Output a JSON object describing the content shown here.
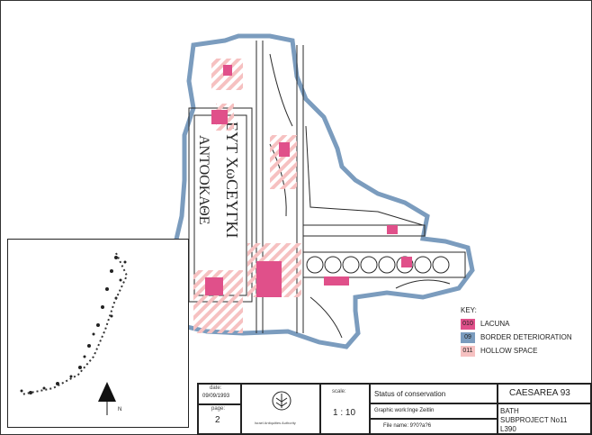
{
  "legend": {
    "title": "KEY:",
    "items": [
      {
        "code": "010",
        "label": "LACUNA",
        "color": "#e0508a"
      },
      {
        "code": "09",
        "label": "BORDER DETERIORATION",
        "color": "#7b9cbe"
      },
      {
        "code": "011",
        "label": "HOLLOW SPACE",
        "color": "#f6c1c1"
      }
    ]
  },
  "mosaic_text": {
    "line1": "EYT XωCΕΥΓΚΙ",
    "line2": "ΑΝΤΟΟΚΑΘΕ"
  },
  "north": {
    "label": "N"
  },
  "title_block": {
    "date_label": "date:",
    "date_value": "09/09/1993",
    "page_label": "page:",
    "page_value": "2",
    "authority": "Israel Antiquities Authority",
    "scale_label": "scale:",
    "scale_value": "1 : 10",
    "subject": "Status of conservation",
    "graphic": "Graphic work:Inge Zeitlin",
    "file_name": "File name:   9?0?a?6",
    "site": "CAESAREA 93",
    "bath": "BATH",
    "subproject": "SUBPROJECT No11",
    "locus": "L390"
  },
  "colors": {
    "lacuna": "#e0508a",
    "border": "#7b9cbe",
    "hollow": "#f6c1c1",
    "ink": "#2a2a2a"
  }
}
